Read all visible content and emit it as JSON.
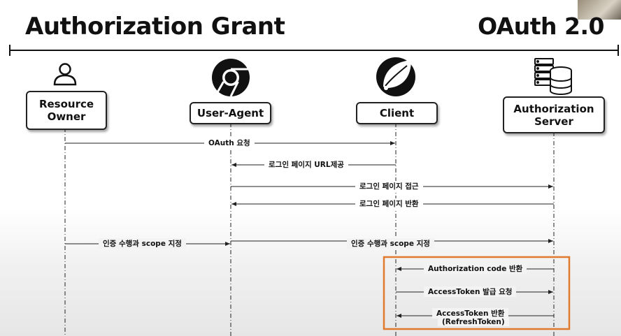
{
  "header": {
    "title": "Authorization Grant",
    "brand": "OAuth 2.0"
  },
  "actors": {
    "resource_owner": {
      "line1": "Resource",
      "line2": "Owner",
      "icon": "person-icon"
    },
    "user_agent": {
      "label": "User-Agent",
      "icon": "chrome-icon"
    },
    "client": {
      "label": "Client",
      "icon": "spring-icon"
    },
    "authorization_server": {
      "line1": "Authorization",
      "line2": "Server",
      "icon": "server-database-icon"
    }
  },
  "messages": {
    "m1": "OAuth 요청",
    "m2": "로그인 페이지 URL제공",
    "m3": "로그인 페이지 접근",
    "m4": "로그인 페이지 반환",
    "m5a": "인증 수행과 scope 지정",
    "m5b": "인증 수행과 scope 지정",
    "m6": "Authorization code 반환",
    "m7": "AccessToken 발급 요청",
    "m8_line1": "AccessToken 반환",
    "m8_line2": "(RefreshToken)"
  },
  "colors": {
    "highlight_box": "#e07b2e",
    "line": "#222222"
  }
}
